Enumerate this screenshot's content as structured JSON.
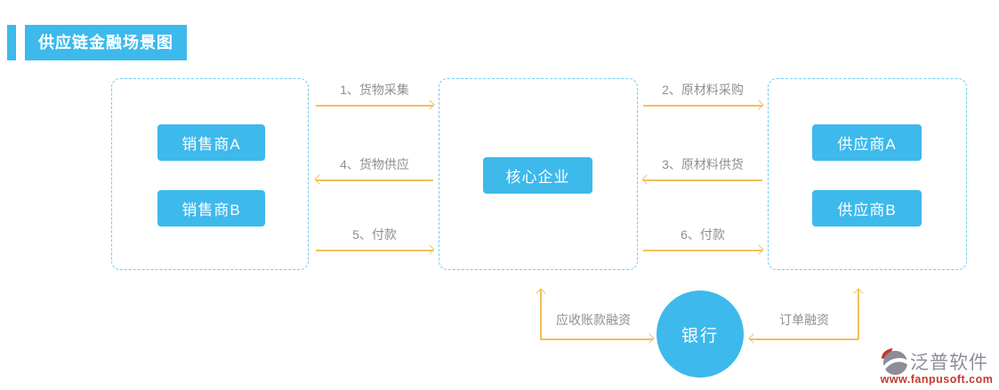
{
  "page": {
    "title": "供应链金融场景图"
  },
  "groups": {
    "sellers": {
      "nodes": [
        {
          "label": "销售商A"
        },
        {
          "label": "销售商B"
        }
      ]
    },
    "core": {
      "nodes": [
        {
          "label": "核心企业"
        }
      ]
    },
    "suppliers": {
      "nodes": [
        {
          "label": "供应商A"
        },
        {
          "label": "供应商B"
        }
      ]
    }
  },
  "flows": {
    "goods_collection": {
      "label": "1、货物采集",
      "direction": "right"
    },
    "raw_material_purchase": {
      "label": "2、原材料采购",
      "direction": "right"
    },
    "raw_material_supply": {
      "label": "3、原材料供货",
      "direction": "left"
    },
    "goods_supply": {
      "label": "4、货物供应",
      "direction": "left"
    },
    "payment_to_core": {
      "label": "5、付款",
      "direction": "right"
    },
    "payment_to_suppliers": {
      "label": "6、付款",
      "direction": "right"
    }
  },
  "bank": {
    "label": "银行"
  },
  "financing": {
    "receivables": {
      "label": "应收账款融资"
    },
    "order": {
      "label": "订单融资"
    }
  },
  "logo": {
    "name": "泛普软件",
    "url": "www.fanpusoft.com"
  },
  "colors": {
    "accent_blue": "#3db9ec",
    "dashed_border": "#6fccf3",
    "arrow": "#f0c05c",
    "label_gray": "#8f8f8f",
    "logo_gray": "#8d8d99",
    "logo_red": "#c4392e"
  }
}
